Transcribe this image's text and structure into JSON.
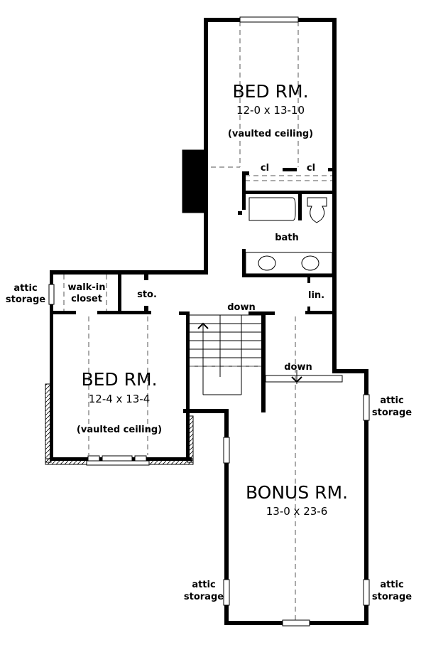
{
  "rooms": {
    "bed_upper": {
      "name": "BED RM.",
      "size": "12-0 x 13-10",
      "note": "(vaulted ceiling)"
    },
    "bed_left": {
      "name": "BED RM.",
      "size": "12-4 x 13-4",
      "note": "(vaulted ceiling)"
    },
    "bonus": {
      "name": "BONUS RM.",
      "size": "13-0 x 23-6"
    }
  },
  "labels": {
    "closet_a": "cl",
    "closet_b": "cl",
    "bath": "bath",
    "linen": "lin.",
    "storage": "sto.",
    "walk_in_1": "walk-in",
    "walk_in_2": "closet",
    "stair_down": "down",
    "landing_down": "down",
    "attic": [
      {
        "l1": "attic",
        "l2": "storage"
      },
      {
        "l1": "attic",
        "l2": "storage"
      },
      {
        "l1": "attic",
        "l2": "storage"
      },
      {
        "l1": "attic",
        "l2": "storage"
      }
    ]
  }
}
